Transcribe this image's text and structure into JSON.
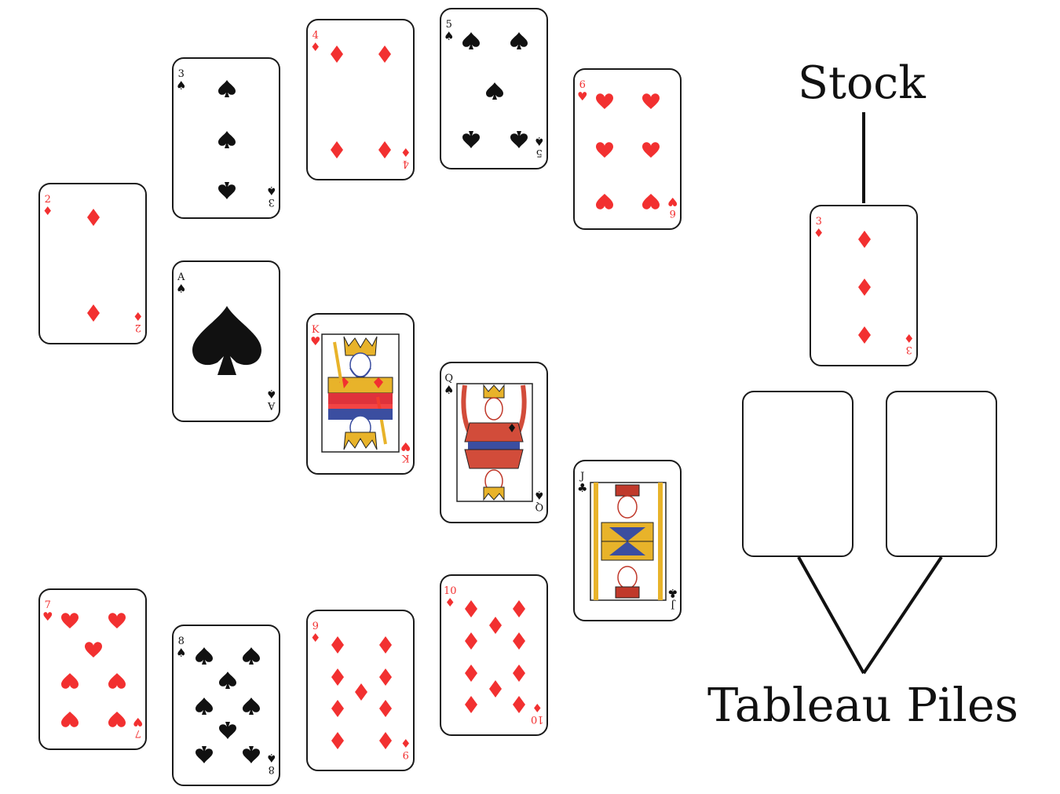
{
  "labels": {
    "stock": "Stock",
    "tableau": "Tableau Piles"
  },
  "colors": {
    "red": "#f23030",
    "black": "#111111"
  },
  "cards": [
    {
      "id": "card-2-diamonds",
      "rank": "2",
      "suit": "diamonds",
      "suit_symbol": "♦"
    },
    {
      "id": "card-3-spades",
      "rank": "3",
      "suit": "spades",
      "suit_symbol": "♠"
    },
    {
      "id": "card-4-diamonds",
      "rank": "4",
      "suit": "diamonds",
      "suit_symbol": "♦"
    },
    {
      "id": "card-5-spades",
      "rank": "5",
      "suit": "spades",
      "suit_symbol": "♠"
    },
    {
      "id": "card-6-hearts",
      "rank": "6",
      "suit": "hearts",
      "suit_symbol": "♥"
    },
    {
      "id": "card-a-spades",
      "rank": "A",
      "suit": "spades",
      "suit_symbol": "♠"
    },
    {
      "id": "card-k-hearts",
      "rank": "K",
      "suit": "hearts",
      "suit_symbol": "♥"
    },
    {
      "id": "card-q-spades",
      "rank": "Q",
      "suit": "spades",
      "suit_symbol": "♠"
    },
    {
      "id": "card-j-clubs",
      "rank": "J",
      "suit": "clubs",
      "suit_symbol": "♣"
    },
    {
      "id": "card-7-hearts",
      "rank": "7",
      "suit": "hearts",
      "suit_symbol": "♥"
    },
    {
      "id": "card-8-spades",
      "rank": "8",
      "suit": "spades",
      "suit_symbol": "♠"
    },
    {
      "id": "card-9-diamonds",
      "rank": "9",
      "suit": "diamonds",
      "suit_symbol": "♦"
    },
    {
      "id": "card-10-diamonds",
      "rank": "10",
      "suit": "diamonds",
      "suit_symbol": "♦"
    },
    {
      "id": "stock-card-3-diamonds",
      "rank": "3",
      "suit": "diamonds",
      "suit_symbol": "♦"
    }
  ],
  "tableau_piles": [
    {
      "id": "tableau-pile-1"
    },
    {
      "id": "tableau-pile-2"
    }
  ]
}
